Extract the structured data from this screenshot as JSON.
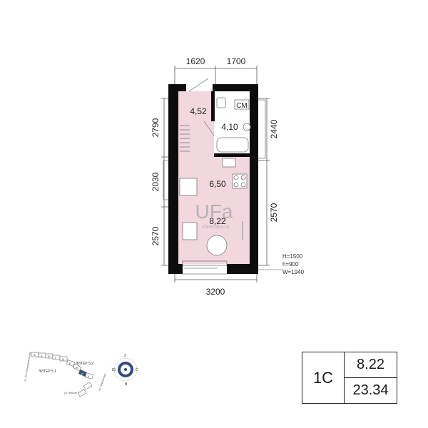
{
  "dimensions": {
    "top_left": "1620",
    "top_right": "1700",
    "left_top": "2790",
    "left_middle": "2030",
    "left_bottom": "2570",
    "right_top": "2440",
    "right_bottom": "2570",
    "bottom": "3200"
  },
  "rooms": {
    "hall": "4,52",
    "bathroom": "4,10",
    "kitchen": "6,50",
    "living": "8,22",
    "washer_label": "СМ"
  },
  "window_spec": {
    "H": "H=1500",
    "h": "h=900",
    "W": "W=1940"
  },
  "watermark": {
    "main": "UFa",
    "sub": "ufastroika.ru"
  },
  "site_plan": {
    "section_letters": [
      "А",
      "Б",
      "В",
      "Г",
      "Д",
      "Е",
      "Ж",
      "И",
      "К"
    ],
    "liter_1": "ЛИТЕР 5.1",
    "liter_2": "ЛИТЕР 5.2",
    "street_1": "ул. Зои Космодемьянской",
    "street_2": "ул. Ямская",
    "street_3": "ул. Трамвайная",
    "highlight_color": "#2f4b7c"
  },
  "compass": {
    "north": "С",
    "south": "Ю",
    "east": "В",
    "west": "З"
  },
  "apartment": {
    "type": "1С",
    "living_area": "8.22",
    "total_area": "23.34"
  },
  "colors": {
    "wall": "#0d0d0d",
    "room_fill": "#f2d7df",
    "accent": "#2f4b7c"
  }
}
